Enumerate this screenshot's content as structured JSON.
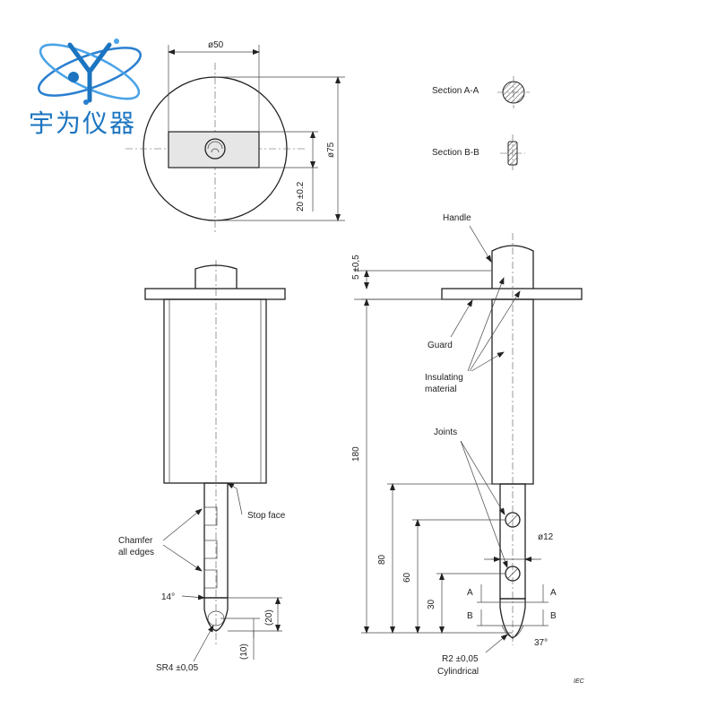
{
  "brand": {
    "logo_text": "宇为仪器",
    "brand_color": "#1b74c0",
    "icon": "atom-y-logo-icon"
  },
  "top_view": {
    "dia_outer": "ø50",
    "dia_outer_v": "ø75",
    "slot_dim": "20 ±0.2"
  },
  "sections": {
    "a": "Section A-A",
    "b": "Section B-B"
  },
  "left_view": {
    "stop_face": "Stop face",
    "chamfer_1": "Chamfer",
    "chamfer_2": "all edges",
    "angle": "14°",
    "dim_20": "(20)",
    "dim_10": "(10)",
    "radius": "SR4 ±0,05"
  },
  "right_view": {
    "handle": "Handle",
    "dim_5": "5 ±0,5",
    "guard": "Guard",
    "insul_1": "Insulating",
    "insul_2": "material",
    "joints": "Joints",
    "dim_180": "180",
    "dim_80": "80",
    "dim_60": "60",
    "dim_30": "30",
    "dia_12": "ø12",
    "sec_a_l": "A",
    "sec_a_r": "A",
    "sec_b_l": "B",
    "sec_b_r": "B",
    "angle": "37°",
    "radius_1": "R2 ±0,05",
    "radius_2": "Cylindrical",
    "iec": "IEC"
  }
}
